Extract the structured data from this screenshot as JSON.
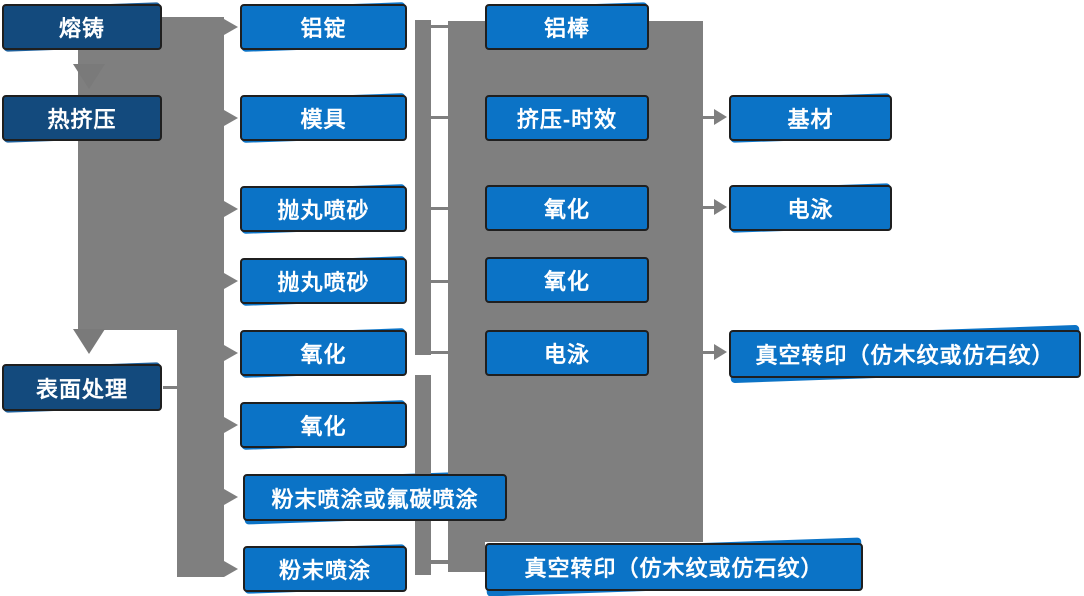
{
  "colors": {
    "node_blue": "#0b73c6",
    "node_navy": "#134a7d",
    "flow_gray": "#7f7f7f",
    "node_border": "#1f1f1f",
    "text": "#ffffff"
  },
  "nodes": {
    "c1r1": {
      "label": "熔铸"
    },
    "c1r2": {
      "label": "热挤压"
    },
    "c1r3": {
      "label": "表面处理"
    },
    "c2r1": {
      "label": "铝锭"
    },
    "c2r2": {
      "label": "模具"
    },
    "c2r3": {
      "label": "抛丸喷砂"
    },
    "c2r4": {
      "label": "抛丸喷砂"
    },
    "c2r5": {
      "label": "氧化"
    },
    "c2r6": {
      "label": "氧化"
    },
    "c2r7": {
      "label": "粉末喷涂或氟碳喷涂"
    },
    "c2r8": {
      "label": "粉末喷涂"
    },
    "c3r1": {
      "label": "铝棒"
    },
    "c3r2": {
      "label": "挤压-时效"
    },
    "c3r3": {
      "label": "氧化"
    },
    "c3r4": {
      "label": "氧化"
    },
    "c3r5": {
      "label": "电泳"
    },
    "c4r1": {
      "label": "基材"
    },
    "c4r2": {
      "label": "电泳"
    },
    "c4r3": {
      "label": "真空转印（仿木纹或仿石纹）"
    },
    "cbot": {
      "label": "真空转印（仿木纹或仿石纹）"
    }
  }
}
